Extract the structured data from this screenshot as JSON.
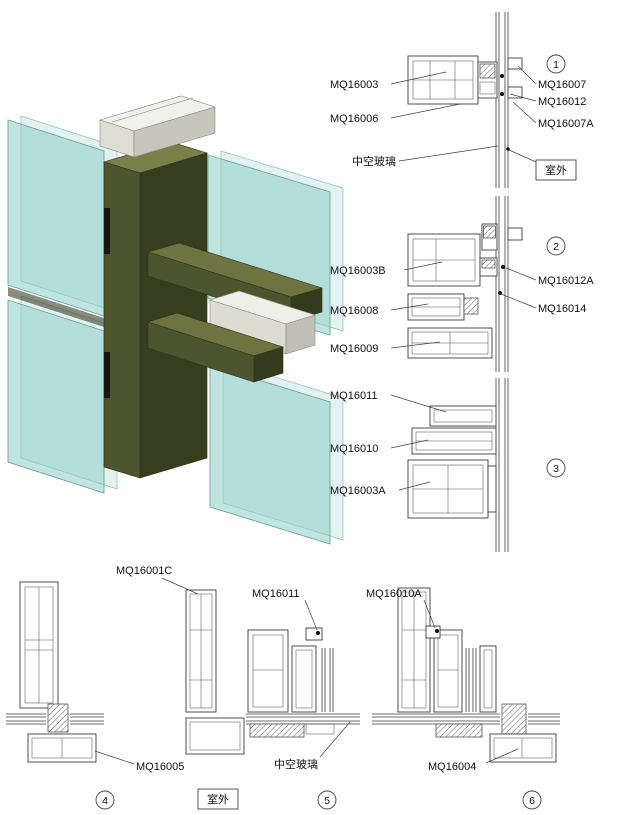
{
  "figure": {
    "type": "technical-diagram",
    "description": "Curtain wall aluminium profile system: isometric assembly view with six numbered cross-section details"
  },
  "colors": {
    "glass_front": "#8ccdc6",
    "glass_back": "#bfe3df",
    "profile_front": "#4d5430",
    "profile_top": "#7a8148",
    "profile_side": "#373d1f",
    "cap_white": "#f1f1ec",
    "line": "#3c3c3c"
  },
  "details": {
    "d1": {
      "number": "1",
      "mq16003": "MQ16003",
      "mq16006": "MQ16006",
      "insulated_glass": "中空玻璃",
      "mq16007": "MQ16007",
      "mq16012": "MQ16012",
      "mq16007a": "MQ16007A",
      "outdoor": "室外"
    },
    "d2": {
      "number": "2",
      "mq16003b": "MQ16003B",
      "mq16008": "MQ16008",
      "mq16009": "MQ16009",
      "mq16012a": "MQ16012A",
      "mq16014": "MQ16014"
    },
    "d3": {
      "number": "3",
      "mq16011": "MQ16011",
      "mq16010": "MQ16010",
      "mq16003a": "MQ16003A"
    },
    "d4": {
      "number": "4",
      "mq16005": "MQ16005"
    },
    "d5": {
      "number": "5",
      "mq16001c": "MQ16001C",
      "mq16011": "MQ16011",
      "insulated_glass": "中空玻璃",
      "outdoor": "室外"
    },
    "d6": {
      "number": "6",
      "mq16010a": "MQ16010A",
      "mq16004": "MQ16004"
    }
  }
}
